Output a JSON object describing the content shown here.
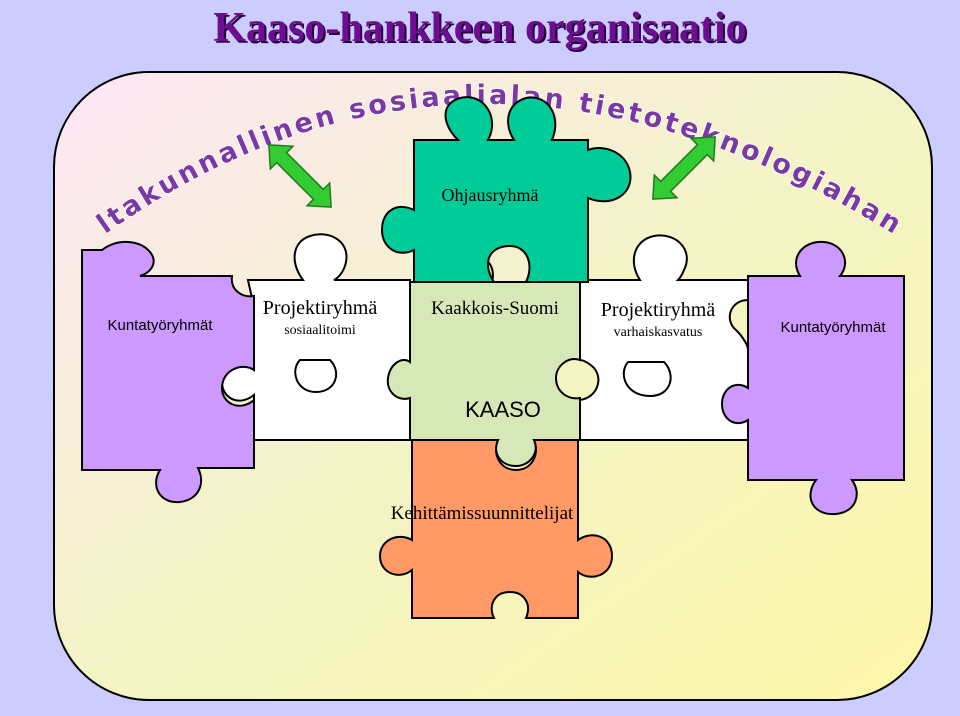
{
  "title": "Kaaso-hankkeen organisaatio",
  "arc_text": "Valtakunnallinen sosiaalialan tietoteknologiahanke",
  "pieces": {
    "steering": "Ohjausryhmä",
    "left_project_title": "Projektiryhmä",
    "left_project_sub": "sosiaalitoimi",
    "center_region": "Kaakkois-Suomi",
    "right_project_title": "Projektiryhmä",
    "right_project_sub": "varhaiskasvatus",
    "left_municipal": "Kuntatyöryhmät",
    "right_municipal": "Kuntatyöryhmät",
    "kaaso": "KAASO",
    "development": "Kehittämissuunnittelijat"
  },
  "colors": {
    "background": "#ccccff",
    "panel_gradient": [
      "#fdeaf7",
      "#f2f5c4",
      "#fdf7a8"
    ],
    "arc_text": "#7a3aa6",
    "title": "#6a0f8f",
    "steering": "#00cc99",
    "region": "#d6e8b8",
    "project": "#ffffff",
    "municipal": "#cc99ff",
    "development": "#ff9966",
    "arrow": "#33cc33"
  }
}
